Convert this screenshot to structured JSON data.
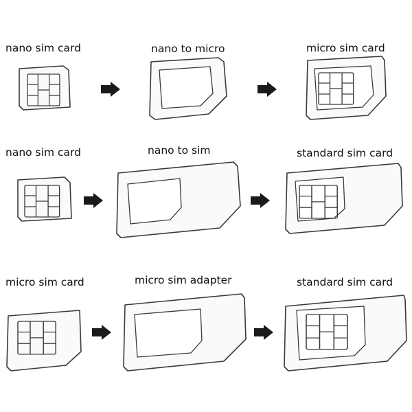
{
  "rows": [
    {
      "left_label": "nano sim card",
      "middle_label": "nano to micro",
      "right_label": "micro sim card"
    },
    {
      "left_label": "nano sim card",
      "middle_label": "nano to sim",
      "right_label": "standard sim card"
    },
    {
      "left_label": "micro sim card",
      "middle_label": "micro sim adapter",
      "right_label": "standard sim card"
    }
  ],
  "colors": {
    "line": "#3a3a3a",
    "arrow": "#1a1a1a",
    "background": "#ffffff"
  },
  "icons": [
    "arrow-right-icon",
    "sim-chip-icon"
  ]
}
